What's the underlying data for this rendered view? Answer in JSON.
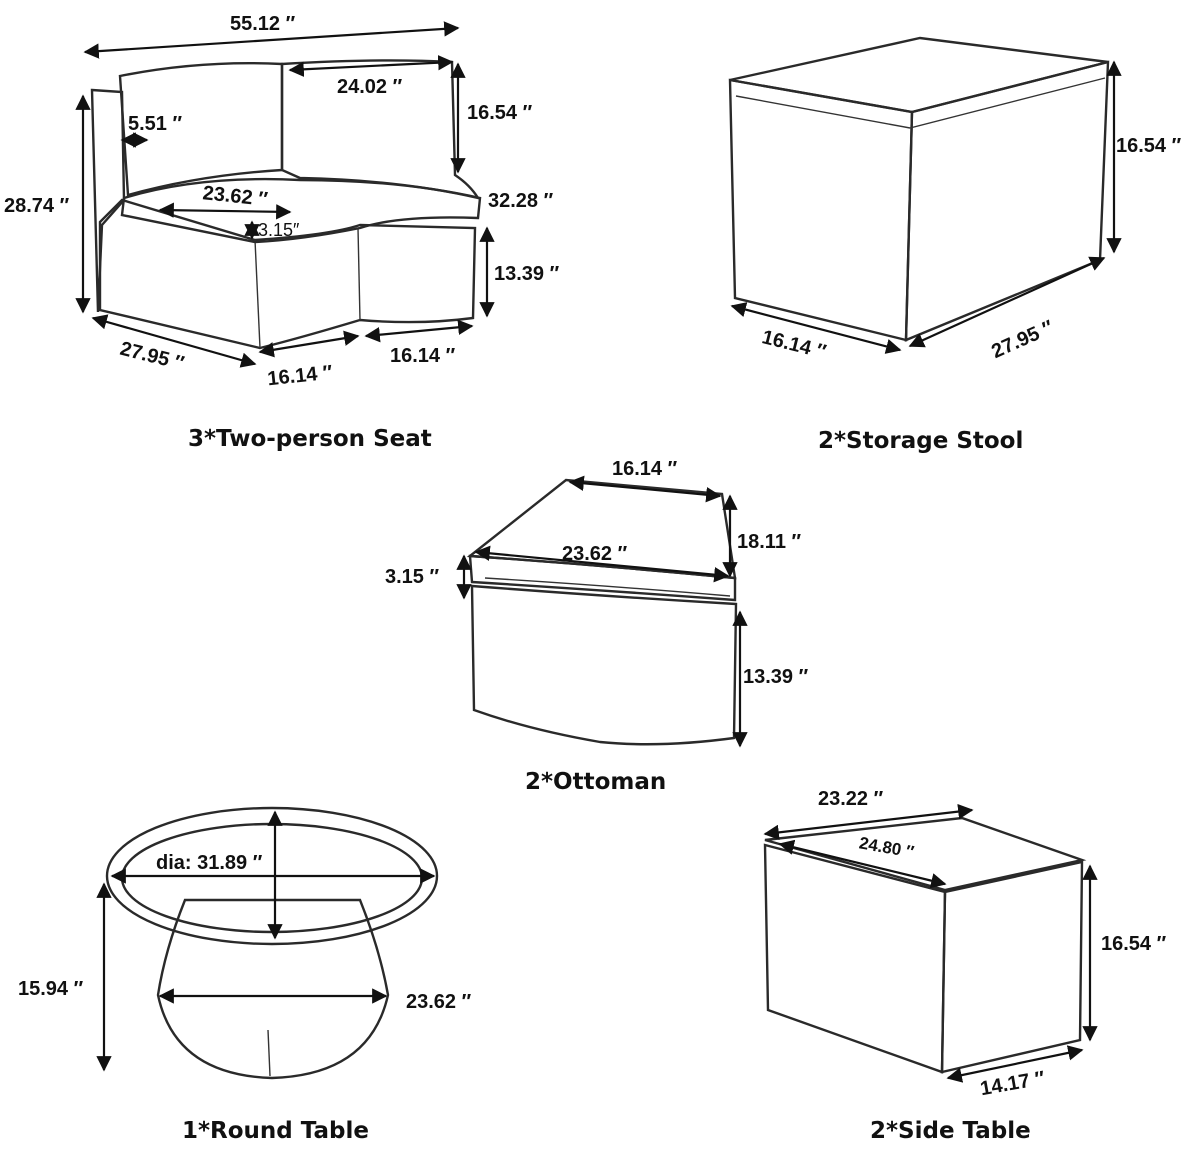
{
  "items": {
    "seat": {
      "caption": "3*Two-person Seat",
      "dims": [
        "55.12 ″",
        "24.02 ″",
        "16.54 ″",
        "5.51 ″",
        "28.74 ″",
        "23.62 ″",
        "3.15″",
        "32.28 ″",
        "13.39 ″",
        "27.95 ″",
        "16.14 ″",
        "16.14 ″"
      ]
    },
    "storage": {
      "caption": "2*Storage Stool",
      "dims": [
        "16.54 ″",
        "27.95 ″",
        "16.14 ″"
      ]
    },
    "ottoman": {
      "caption": "2*Ottoman",
      "dims": [
        "16.14 ″",
        "18.11 ″",
        "23.62 ″",
        "3.15 ″",
        "13.39 ″"
      ]
    },
    "round": {
      "caption": "1*Round Table",
      "dims": [
        "dia: 31.89 ″",
        "15.94 ″",
        "23.62 ″"
      ]
    },
    "side": {
      "caption": "2*Side Table",
      "dims": [
        "23.22 ″",
        "24.80 ″",
        "16.54 ″",
        "14.17 ″"
      ]
    }
  },
  "colors": {
    "ink": "#111111",
    "wicker": "#8a8a8a",
    "cushion": "#f2f2f2"
  }
}
